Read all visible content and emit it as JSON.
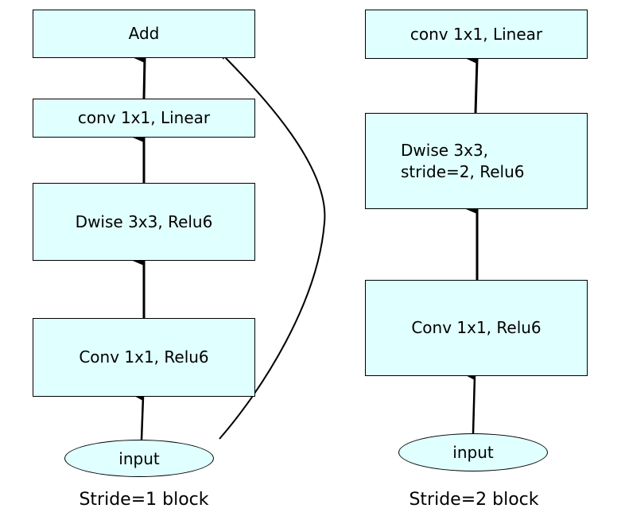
{
  "left": {
    "add": "Add",
    "conv_linear": "conv 1x1, Linear",
    "dwise": "Dwise 3x3, Relu6",
    "conv_relu": "Conv 1x1, Relu6",
    "input": "input",
    "caption": "Stride=1 block"
  },
  "right": {
    "conv_linear": "conv 1x1, Linear",
    "dwise_line1": "Dwise 3x3,",
    "dwise_line2": "stride=2, Relu6",
    "conv_relu": "Conv 1x1, Relu6",
    "input": "input",
    "caption": "Stride=2 block"
  }
}
